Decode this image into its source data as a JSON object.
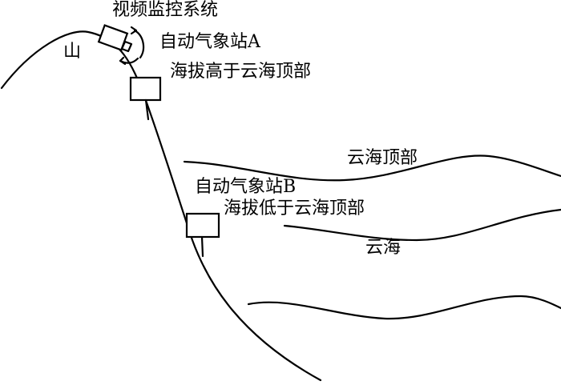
{
  "labels": {
    "video_system": "视频监控系统",
    "mountain": "山",
    "station_a": "自动气象站A",
    "station_a_desc": "海拔高于云海顶部",
    "sea_top": "云海顶部",
    "station_b": "自动气象站B",
    "station_b_desc": "海拔低于云海顶部",
    "cloud_sea": "云海"
  }
}
